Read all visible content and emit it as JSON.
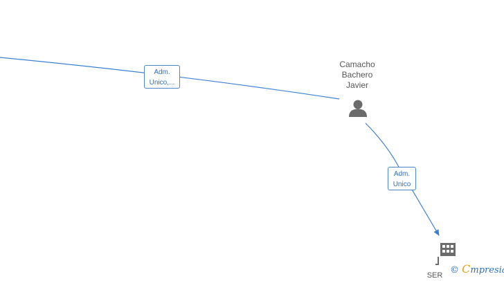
{
  "nodes": {
    "person": {
      "line1": "Camacho",
      "line2": "Bachero",
      "line3": "Javier",
      "icon": "person-icon"
    },
    "company": {
      "label": "SER",
      "icon": "building-icon"
    }
  },
  "edges": {
    "top": {
      "line1": "Adm.",
      "line2": "Unico,..."
    },
    "right": {
      "line1": "Adm.",
      "line2": "Unico"
    }
  },
  "watermark": {
    "copyright": "©",
    "brand_initial": "C",
    "brand_rest": "mpresia"
  },
  "colors": {
    "edge": "#3b7fd0",
    "label_border": "#4a86c8",
    "icon": "#6b6b6b",
    "text": "#555555"
  }
}
